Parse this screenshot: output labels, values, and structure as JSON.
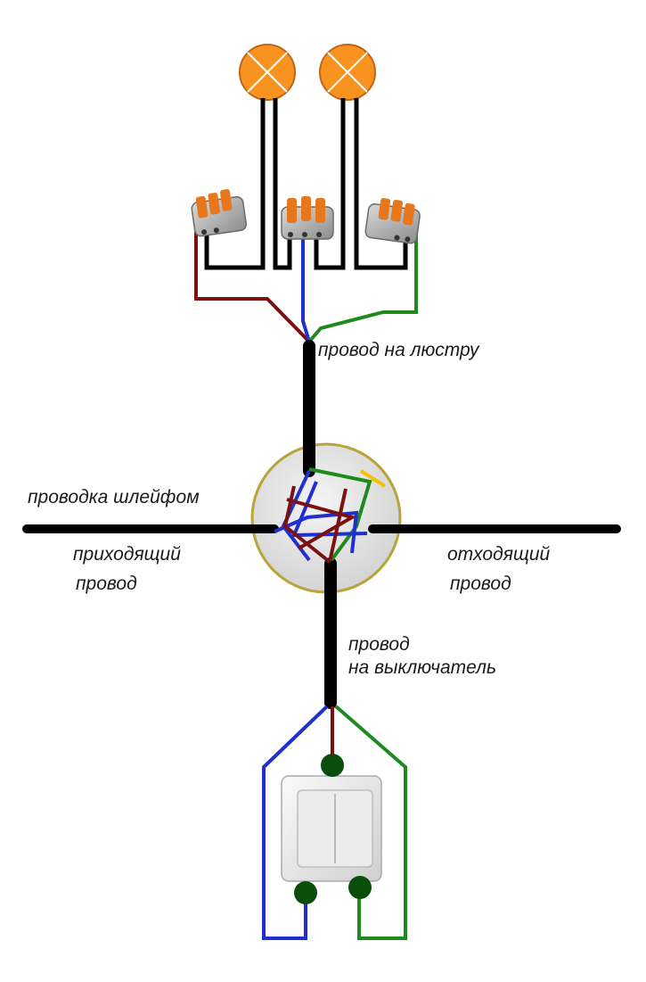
{
  "labels": {
    "chandelier_wire": "провод на люстру",
    "loop_wiring": "проводка шлейфом",
    "incoming_wire_1": "приходящий",
    "incoming_wire_2": "провод",
    "outgoing_wire_1": "отходящий",
    "outgoing_wire_2": "провод",
    "switch_wire_1": "провод",
    "switch_wire_2": "на выключатель"
  },
  "colors": {
    "cable": "#000000",
    "wire_brown": "#7a1010",
    "wire_blue": "#1f2fd0",
    "wire_green": "#1e8a1e",
    "wire_yellow": "#f2c400",
    "lamp_fill": "#f7931e",
    "junction_box_fill": "#e4e4e4",
    "junction_box_border": "#b8a43a",
    "switch_body": "#f2f2f2",
    "terminal_dot": "#0b4d0b",
    "connector_lever": "#e8761a",
    "connector_body": "#b0b0b0"
  }
}
